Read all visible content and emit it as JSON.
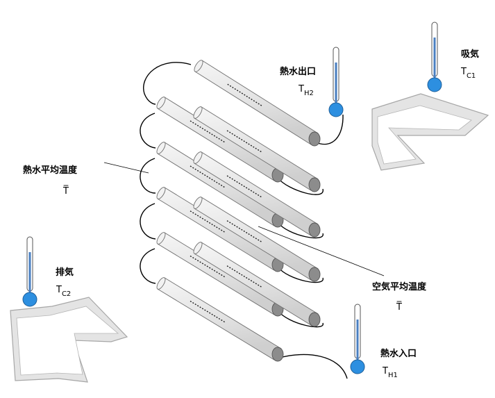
{
  "labels": {
    "intake": "吸気",
    "exhaust": "排気",
    "hot_water_outlet": "熱水出口",
    "hot_water_inlet": "熱水入口",
    "hot_water_avg_temp": "熱水平均温度",
    "air_avg_temp": "空気平均温度"
  },
  "symbols": {
    "t_c1": {
      "base": "T",
      "sub": "C1"
    },
    "t_c2": {
      "base": "T",
      "sub": "C2"
    },
    "t_h1": {
      "base": "T",
      "sub": "H1"
    },
    "t_h2": {
      "base": "T",
      "sub": "H2"
    },
    "t_bar_water": "T̅",
    "t_bar_air": "T̅"
  },
  "colors": {
    "tube_fill": "#e6e6e6",
    "tube_stroke": "#6e6e6e",
    "tube_end": "#8c8c8c",
    "arrow_fill": "#e4e4e4",
    "arrow_stroke": "#a6a6a6",
    "thermo_fluid": "#4a7fc1",
    "thermo_bulb": "#2d8fe0"
  }
}
